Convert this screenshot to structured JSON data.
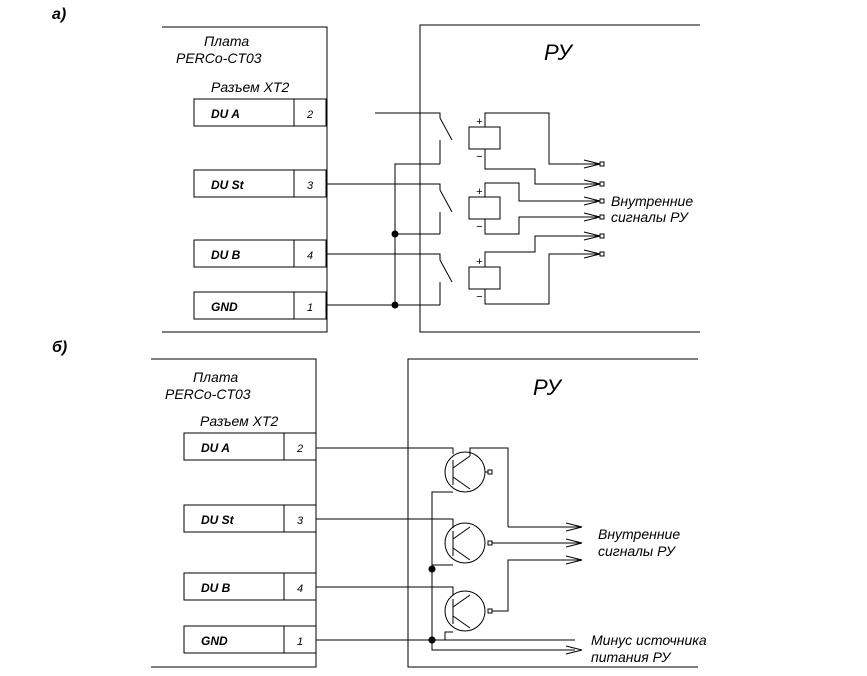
{
  "diagram_a": {
    "label": "а)",
    "board_title": "Плата",
    "board_model": "PERCo-CT03",
    "connector": "Разъем XT2",
    "pins": [
      {
        "name": "DU A",
        "num": "2"
      },
      {
        "name": "DU St",
        "num": "3"
      },
      {
        "name": "DU B",
        "num": "4"
      },
      {
        "name": "GND",
        "num": "1"
      }
    ],
    "device": "РУ",
    "signals_line1": "Внутренние",
    "signals_line2": "сигналы РУ",
    "relay_plus": "+",
    "relay_minus": "−"
  },
  "diagram_b": {
    "label": "б)",
    "board_title": "Плата",
    "board_model": "PERCo-CT03",
    "connector": "Разъем XT2",
    "pins": [
      {
        "name": "DU A",
        "num": "2"
      },
      {
        "name": "DU St",
        "num": "3"
      },
      {
        "name": "DU B",
        "num": "4"
      },
      {
        "name": "GND",
        "num": "1"
      }
    ],
    "device": "РУ",
    "signals_line1": "Внутренние",
    "signals_line2": "сигналы РУ",
    "minus_line1": "Минус источника",
    "minus_line2": "питания РУ"
  }
}
